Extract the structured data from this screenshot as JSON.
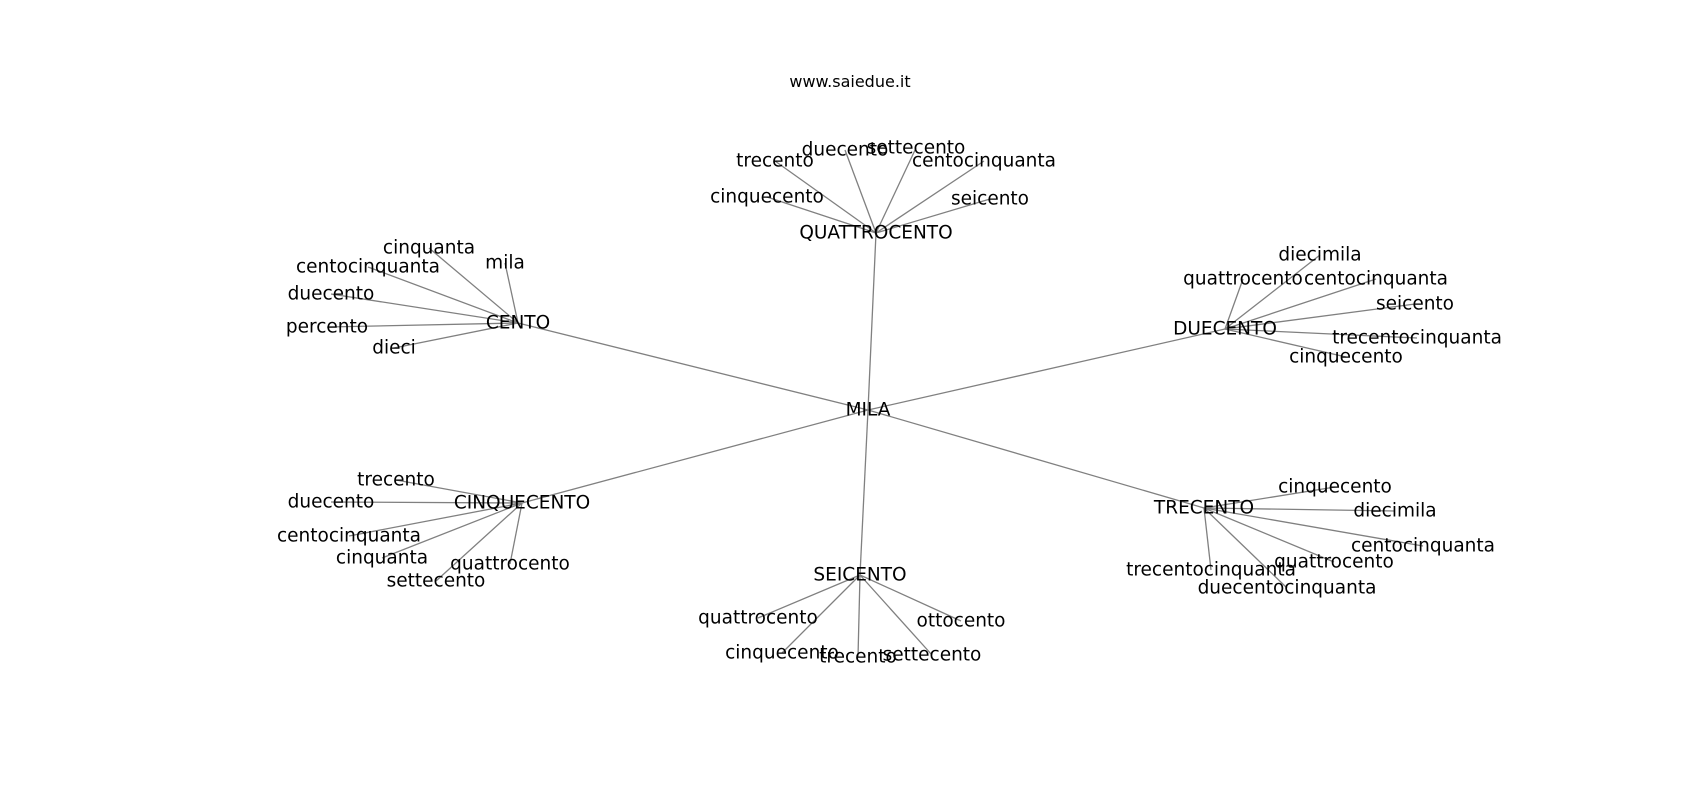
{
  "watermark": "www.saiedue.it",
  "graph": {
    "center": "MILA",
    "hubs": [
      {
        "id": "quattrocento",
        "label": "QUATTROCENTO",
        "leaves": [
          "trecento",
          "duecento",
          "settecento",
          "centocinquanta",
          "cinquecento",
          "seicento"
        ]
      },
      {
        "id": "cento",
        "label": "CENTO",
        "leaves": [
          "cinquanta",
          "mila",
          "centocinquanta",
          "duecento",
          "percento",
          "dieci"
        ]
      },
      {
        "id": "duecento",
        "label": "DUECENTO",
        "leaves": [
          "quattrocento",
          "diecimila",
          "centocinquanta",
          "seicento",
          "trecentocinquanta",
          "cinquecento"
        ]
      },
      {
        "id": "cinquecento",
        "label": "CINQUECENTO",
        "leaves": [
          "trecento",
          "duecento",
          "centocinquanta",
          "cinquanta",
          "quattrocento",
          "settecento"
        ]
      },
      {
        "id": "seicento",
        "label": "SEICENTO",
        "leaves": [
          "quattrocento",
          "ottocento",
          "cinquecento",
          "trecento",
          "settecento"
        ]
      },
      {
        "id": "trecento",
        "label": "TRECENTO",
        "leaves": [
          "cinquecento",
          "diecimila",
          "centocinquanta",
          "quattrocento",
          "trecentocinquanta",
          "duecentocinquanta"
        ]
      }
    ]
  }
}
